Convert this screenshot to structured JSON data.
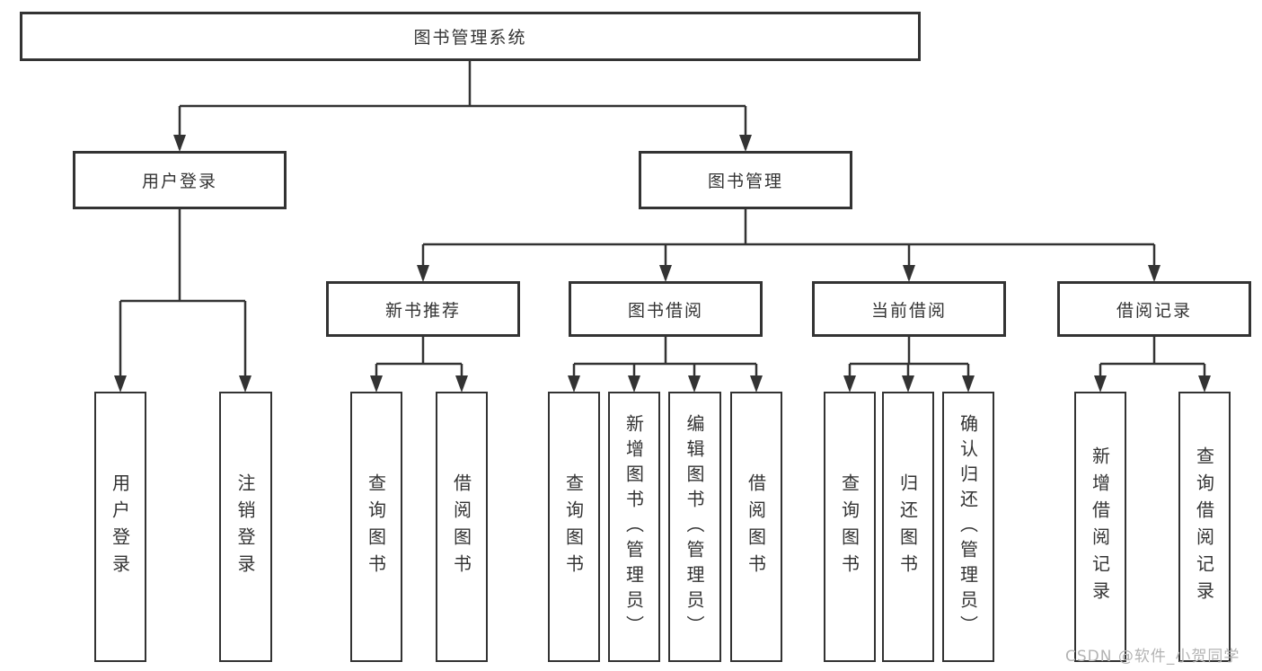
{
  "tree": {
    "label": "图书管理系统",
    "children": [
      {
        "label": "用户登录",
        "leaves": [
          "用户登录",
          "注销登录"
        ]
      },
      {
        "label": "图书管理",
        "children": [
          {
            "label": "新书推荐",
            "leaves": [
              "查询图书",
              "借阅图书"
            ]
          },
          {
            "label": "图书借阅",
            "leaves": [
              "查询图书",
              "新增图书（管理员）",
              "编辑图书（管理员）",
              "借阅图书"
            ]
          },
          {
            "label": "当前借阅",
            "leaves": [
              "查询图书",
              "归还图书",
              "确认归还（管理员）"
            ]
          },
          {
            "label": "借阅记录",
            "leaves": [
              "新增借阅记录",
              "查询借阅记录"
            ]
          }
        ]
      }
    ]
  },
  "watermark": {
    "text": "CSDN @软件_小贺同学"
  },
  "colors": {
    "line": "#333333",
    "box_border": "#333333",
    "text": "#333333",
    "background": "#ffffff",
    "watermark": "#b3b3b3"
  }
}
